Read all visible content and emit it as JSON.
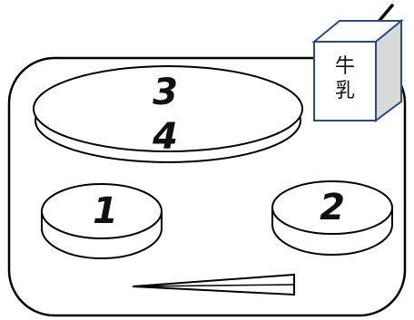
{
  "diagram": {
    "plates": [
      {
        "label": "3"
      },
      {
        "label": "4"
      },
      {
        "label": "1"
      },
      {
        "label": "2"
      }
    ],
    "milk_carton": {
      "label_line1": "牛",
      "label_line2": "乳",
      "face_color": "#ffffff",
      "side_color": "#d9d9d9",
      "edge_color": "#2b4c7e"
    },
    "colors": {
      "stroke": "#000000",
      "fill": "#ffffff"
    }
  }
}
